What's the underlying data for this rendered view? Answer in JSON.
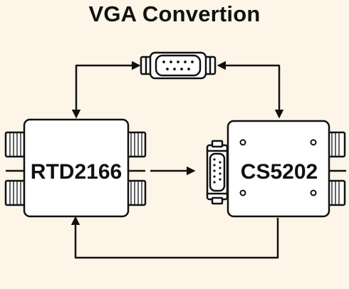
{
  "title": "VGA Convertion",
  "left_chip": {
    "label": "RTD2166"
  },
  "right_chip": {
    "label": "CS5202"
  },
  "top_connector": {
    "icon": "vga-connector-icon"
  },
  "side_connector": {
    "icon": "vga-port-icon"
  },
  "colors": {
    "background": "#fdf5e8",
    "stroke": "#111111",
    "fill": "#ffffff"
  }
}
